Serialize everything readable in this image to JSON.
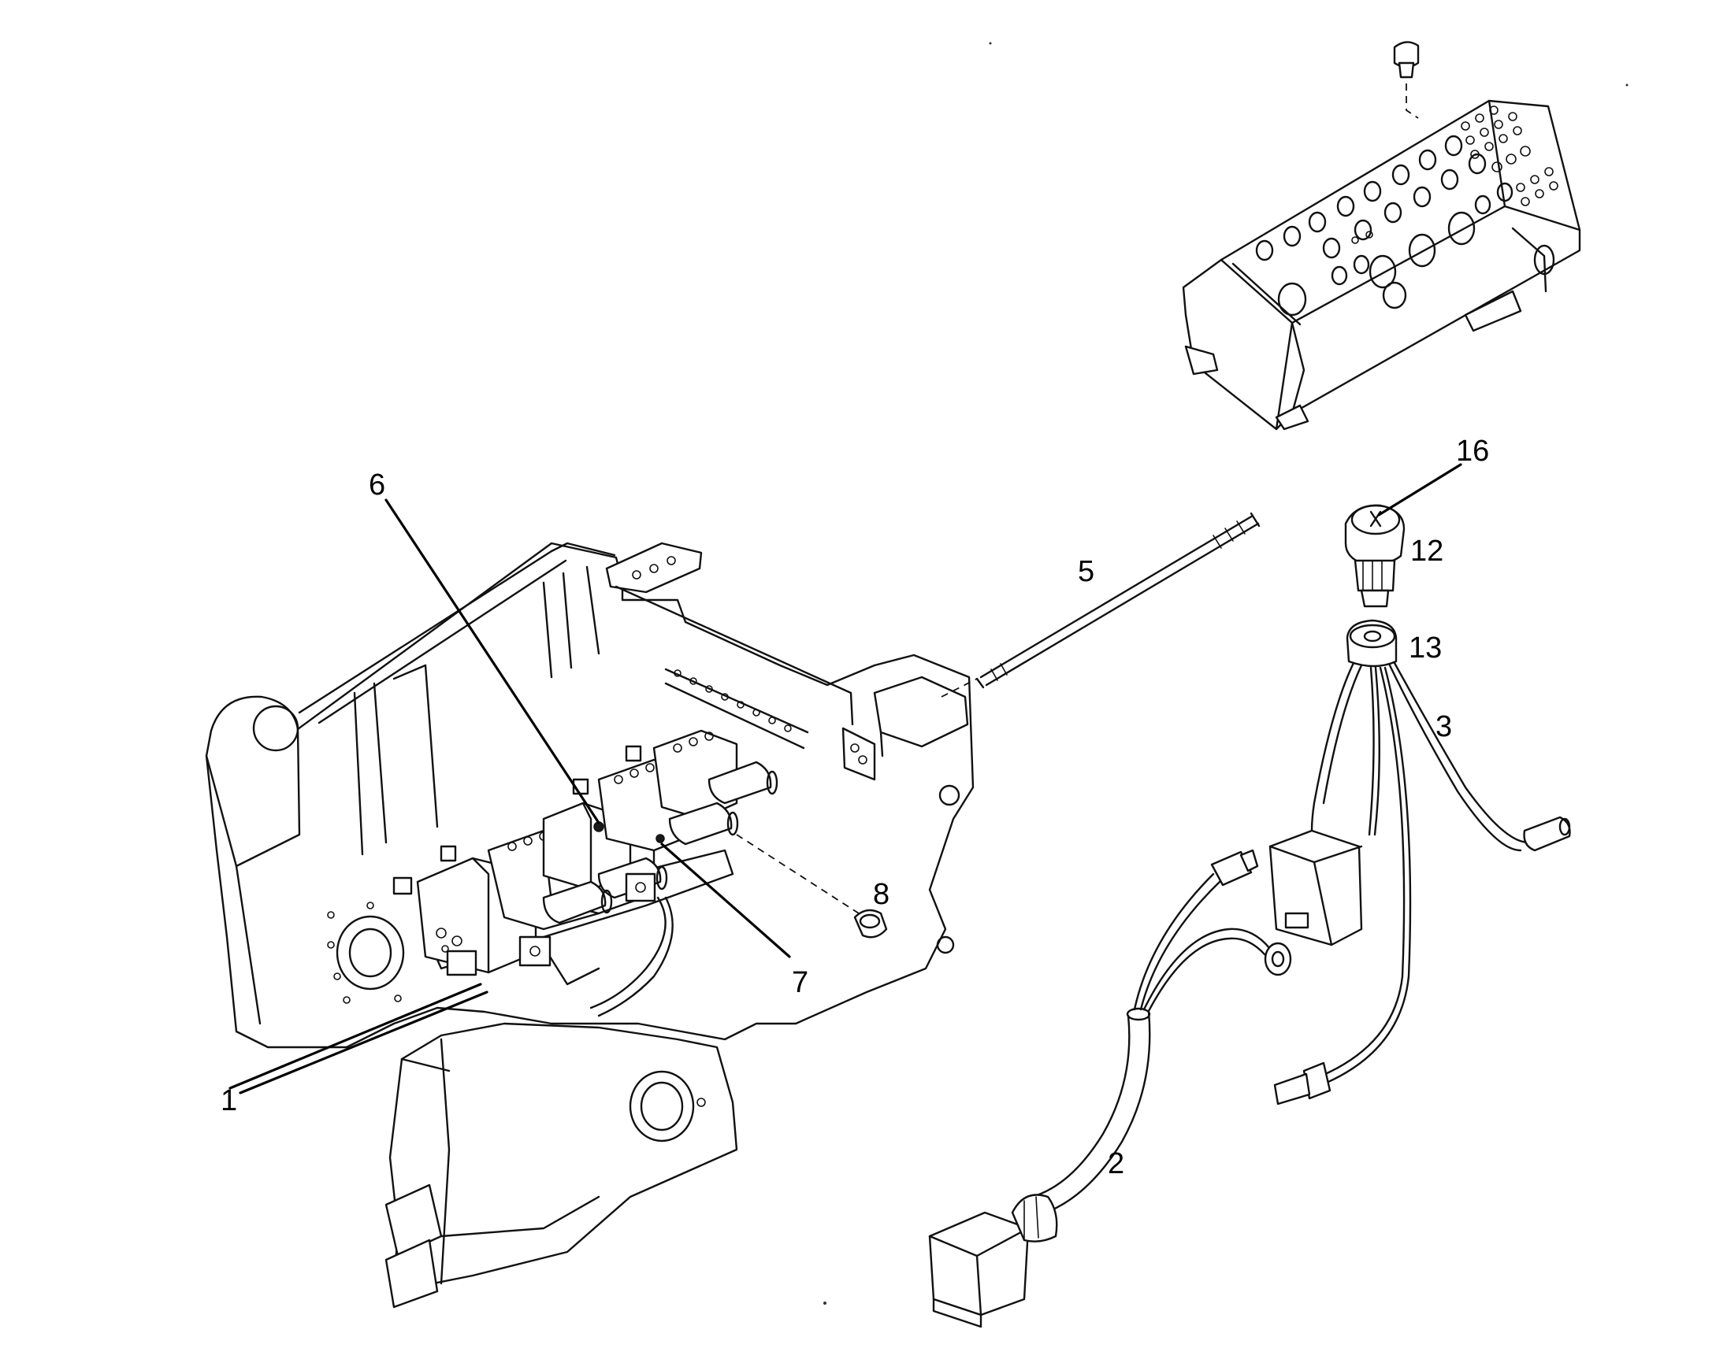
{
  "callouts": [
    {
      "id": "1",
      "text": "1"
    },
    {
      "id": "2",
      "text": "2"
    },
    {
      "id": "3",
      "text": "3"
    },
    {
      "id": "5",
      "text": "5"
    },
    {
      "id": "6",
      "text": "6"
    },
    {
      "id": "7",
      "text": "7"
    },
    {
      "id": "8",
      "text": "8"
    },
    {
      "id": "12",
      "text": "12"
    },
    {
      "id": "13",
      "text": "13"
    },
    {
      "id": "16",
      "text": "16"
    }
  ]
}
